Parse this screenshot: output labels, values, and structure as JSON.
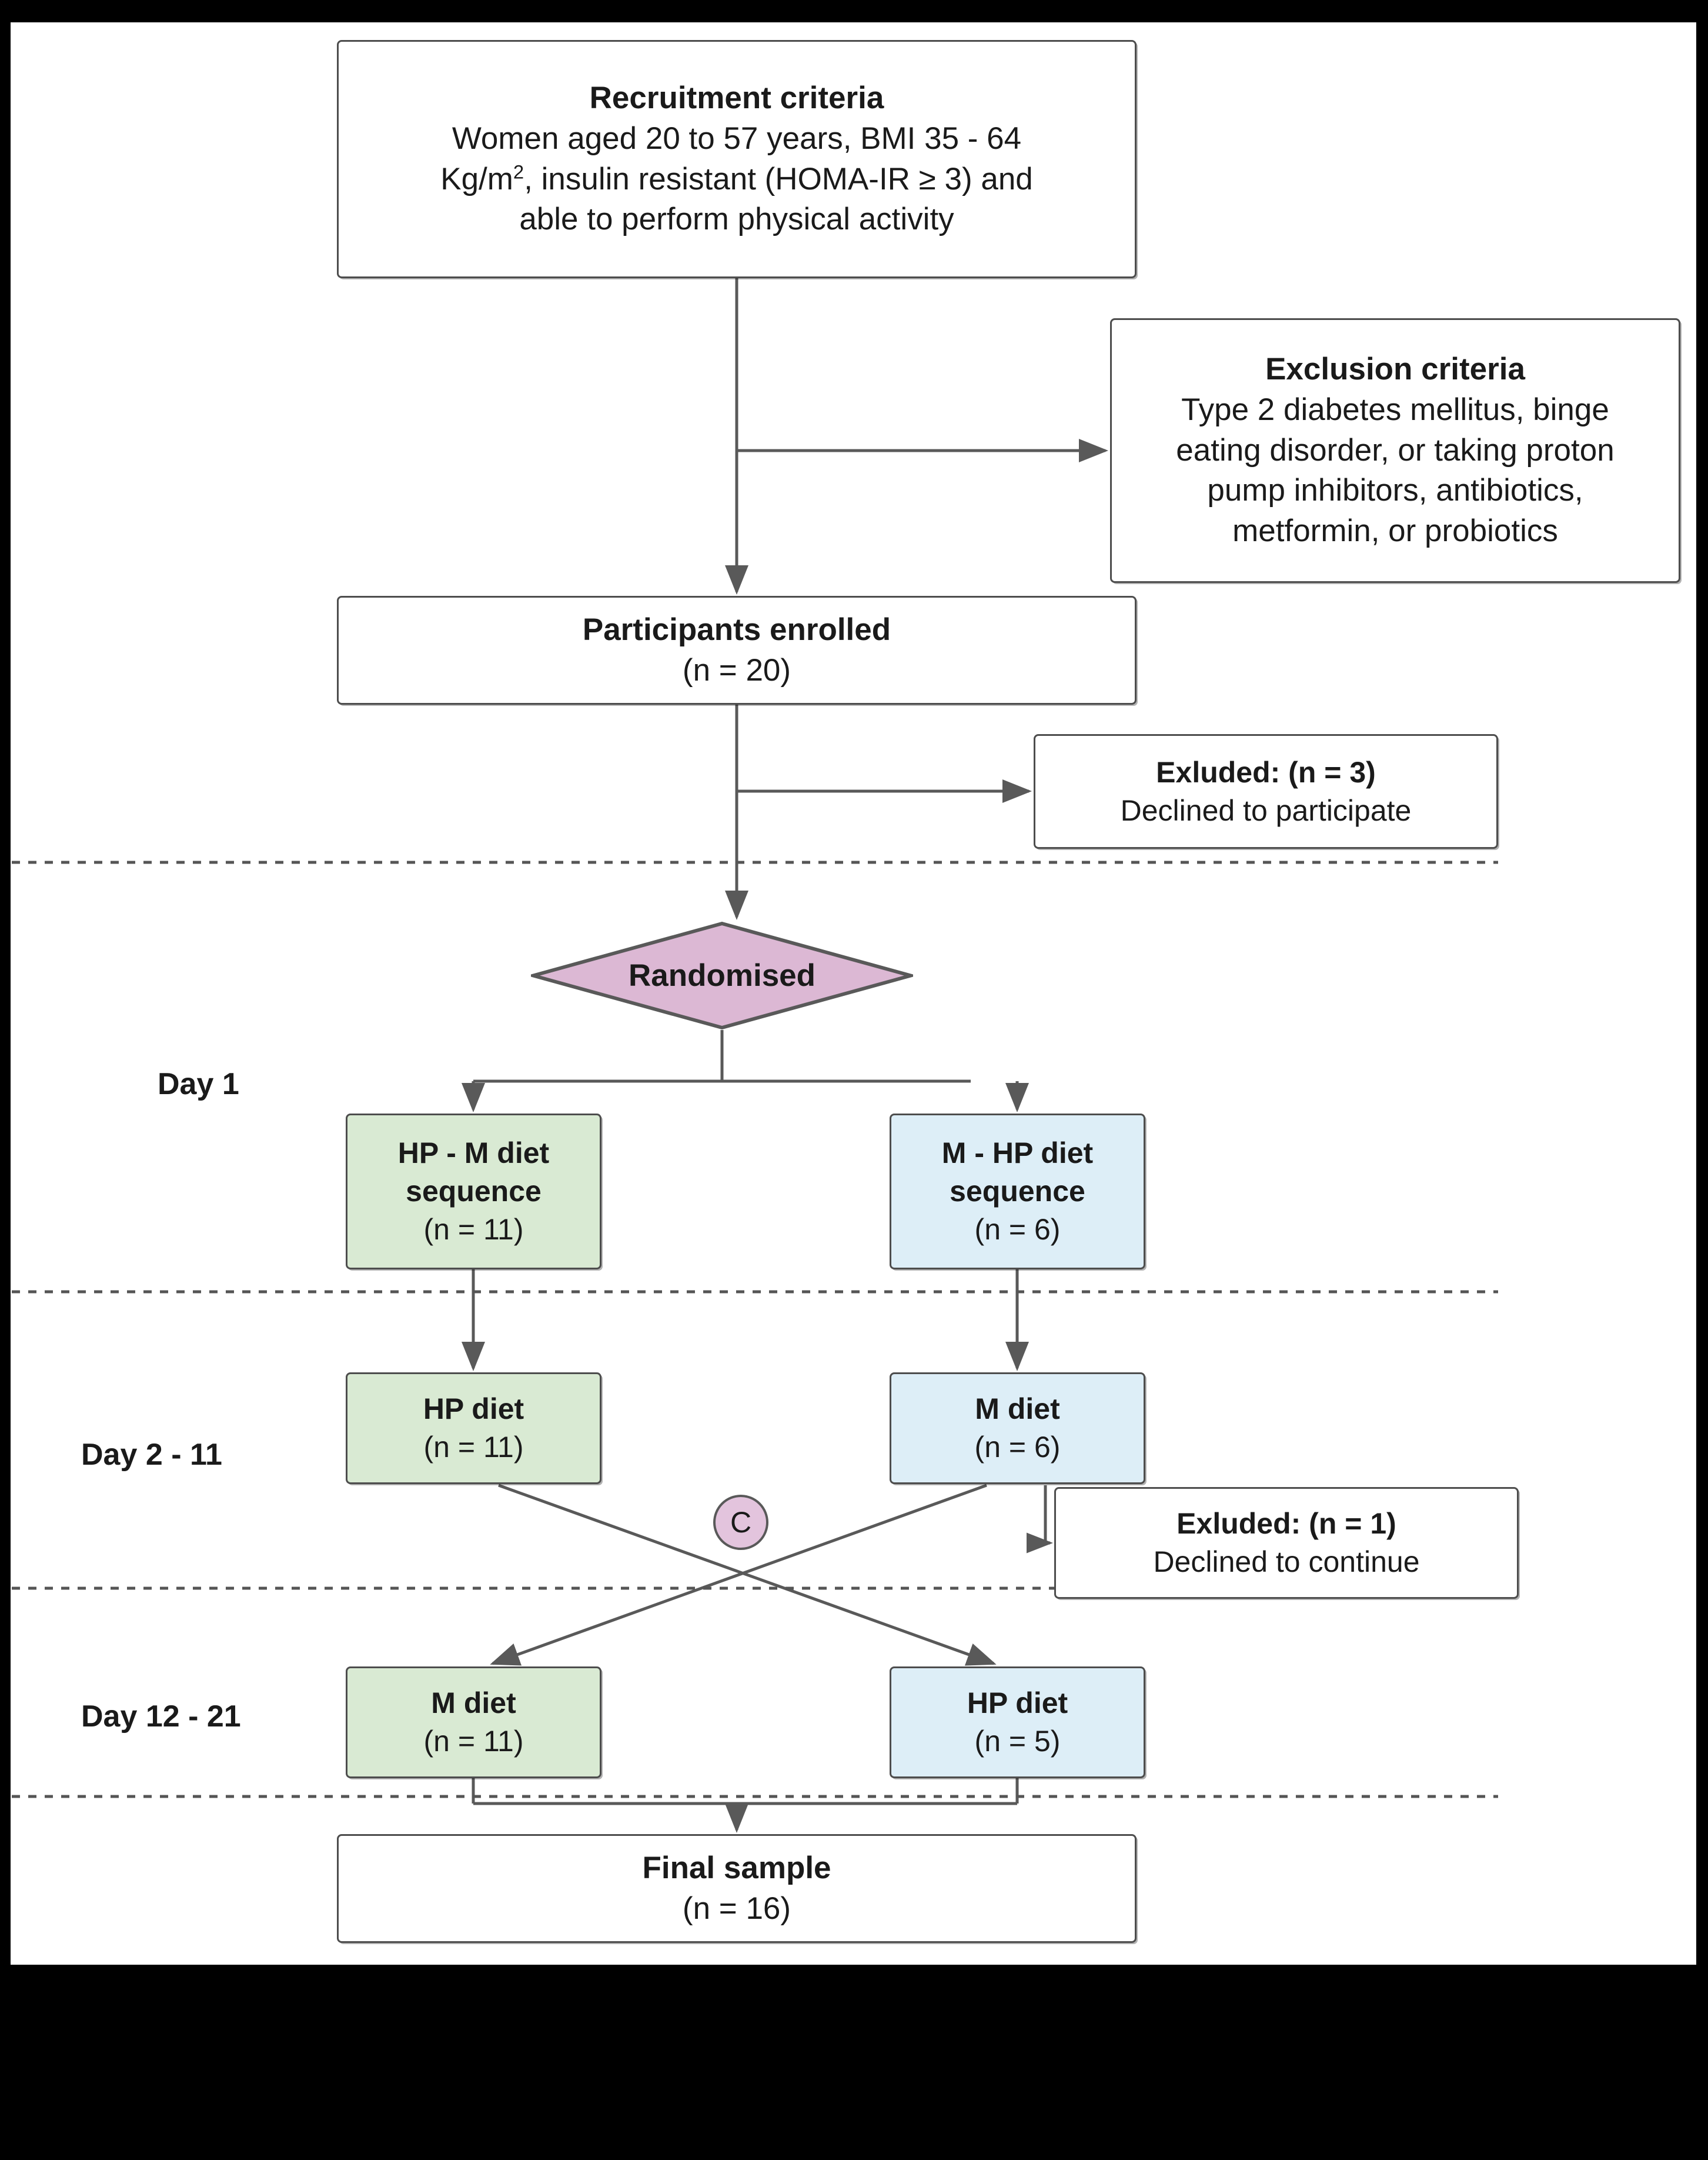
{
  "diagram": {
    "type": "flowchart",
    "title": "CONSORT-style participant flow diagram for a crossover dietary trial",
    "colors": {
      "green_fill": "#d9ead3",
      "blue_fill": "#ddeef7",
      "diamond_fill": "#dcb8d4",
      "circle_fill": "#e3c4dd",
      "border": "#4d4d4d",
      "text": "#1a1a1a",
      "page_border": "#000000"
    }
  },
  "nodes": {
    "recruitment": {
      "title": "Recruitment criteria",
      "line1": "Women aged 20 to 57 years, BMI 35 - 64",
      "line2_pre": "Kg/m",
      "line2_sup": "2",
      "line2_post": ", insulin resistant (HOMA-IR ≥ 3) and",
      "line3": "able to perform physical activity"
    },
    "exclusion": {
      "title": "Exclusion criteria",
      "line1": "Type 2 diabetes mellitus, binge",
      "line2": "eating disorder, or taking proton",
      "line3": "pump inhibitors, antibiotics,",
      "line4": "metformin, or probiotics"
    },
    "enrolled": {
      "title": "Participants enrolled",
      "count": "(n = 20)"
    },
    "excluded_1": {
      "title": "Exluded: (n = 3)",
      "reason": "Declined to participate"
    },
    "randomised": {
      "label": "Randomised"
    },
    "sequence_left": {
      "line1": "HP - M diet",
      "line2": "sequence",
      "count": "(n = 11)"
    },
    "sequence_right": {
      "line1": "M - HP diet",
      "line2": "sequence",
      "count": "(n = 6)"
    },
    "day2_left": {
      "title": "HP diet",
      "count": "(n = 11)"
    },
    "day2_right": {
      "title": "M diet",
      "count": "(n = 6)"
    },
    "crossover": {
      "label": "C"
    },
    "excluded_2": {
      "title": "Exluded: (n = 1)",
      "reason": "Declined to continue"
    },
    "day12_left": {
      "title": "M diet",
      "count": "(n = 11)"
    },
    "day12_right": {
      "title": "HP diet",
      "count": "(n = 5)"
    },
    "final": {
      "title": "Final sample",
      "count": "(n = 16)"
    }
  },
  "phase_labels": {
    "day_1": "Day 1",
    "day_2_11": "Day 2 - 11",
    "day_12_21": "Day 12 - 21"
  }
}
